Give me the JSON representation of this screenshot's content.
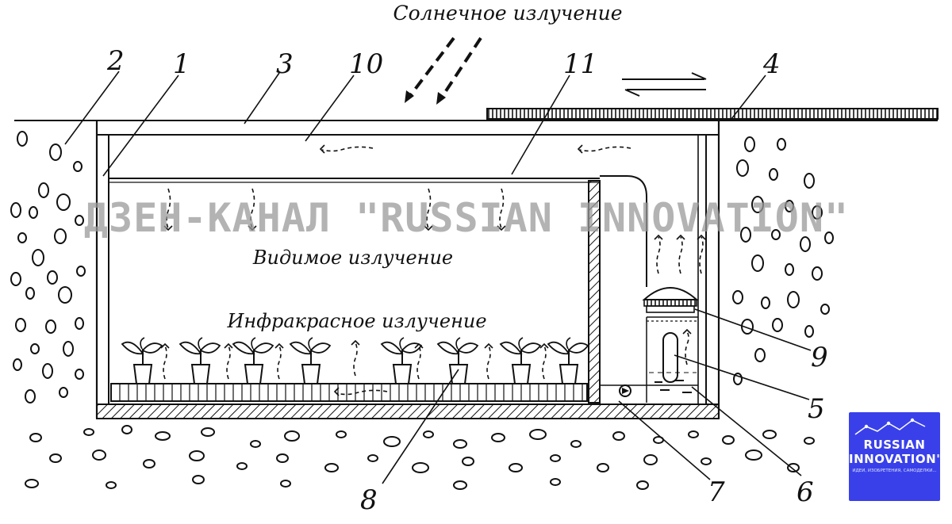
{
  "labels": {
    "solar": "Солнечное излучение",
    "visible": "Видимое излучение",
    "infrared": "Инфракрасное излучение"
  },
  "numbers": {
    "n1": "1",
    "n2": "2",
    "n3": "3",
    "n4": "4",
    "n5": "5",
    "n6": "6",
    "n7": "7",
    "n8": "8",
    "n9": "9",
    "n10": "10",
    "n11": "11"
  },
  "watermark": "ДЗЕН-КАНАЛ \"RUSSIAN INNOVATION\"",
  "logo": {
    "line1": "RUSSIAN",
    "line2": "INNOVATION\"",
    "tagline": "ИДЕИ, ИЗОБРЕТЕНИЯ, САМОДЕЛКИ...",
    "accent": "#3940ea"
  }
}
